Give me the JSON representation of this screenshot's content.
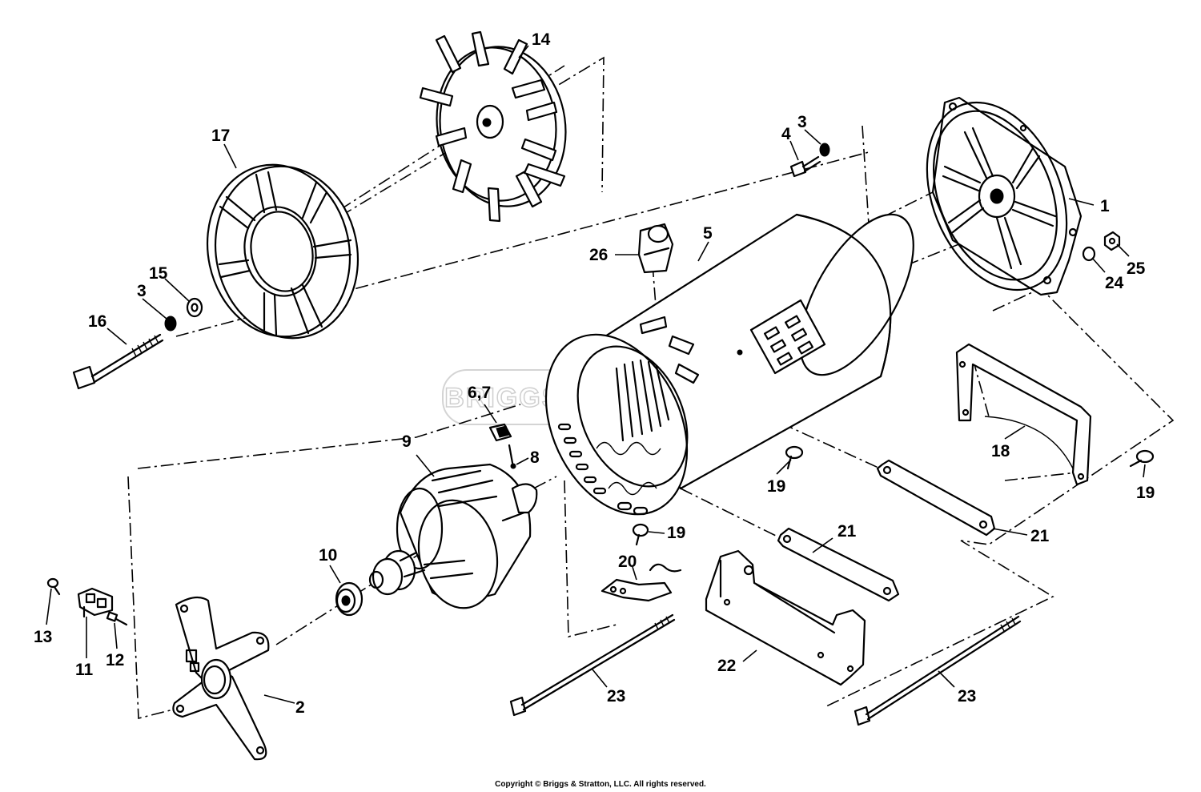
{
  "watermark": {
    "text": "BRIGGS & STRATTON"
  },
  "copyright": "Copyright © Briggs & Stratton, LLC. All rights reserved.",
  "callouts": {
    "c1": "1",
    "c2": "2",
    "c3a": "3",
    "c3b": "3",
    "c4": "4",
    "c5": "5",
    "c67": "6,7",
    "c8": "8",
    "c9": "9",
    "c10": "10",
    "c11": "11",
    "c12": "12",
    "c13": "13",
    "c14": "14",
    "c15": "15",
    "c16": "16",
    "c17": "17",
    "c18": "18",
    "c19a": "19",
    "c19b": "19",
    "c19c": "19",
    "c20": "20",
    "c21a": "21",
    "c21b": "21",
    "c22": "22",
    "c23a": "23",
    "c23b": "23",
    "c24": "24",
    "c25": "25",
    "c26": "26"
  }
}
